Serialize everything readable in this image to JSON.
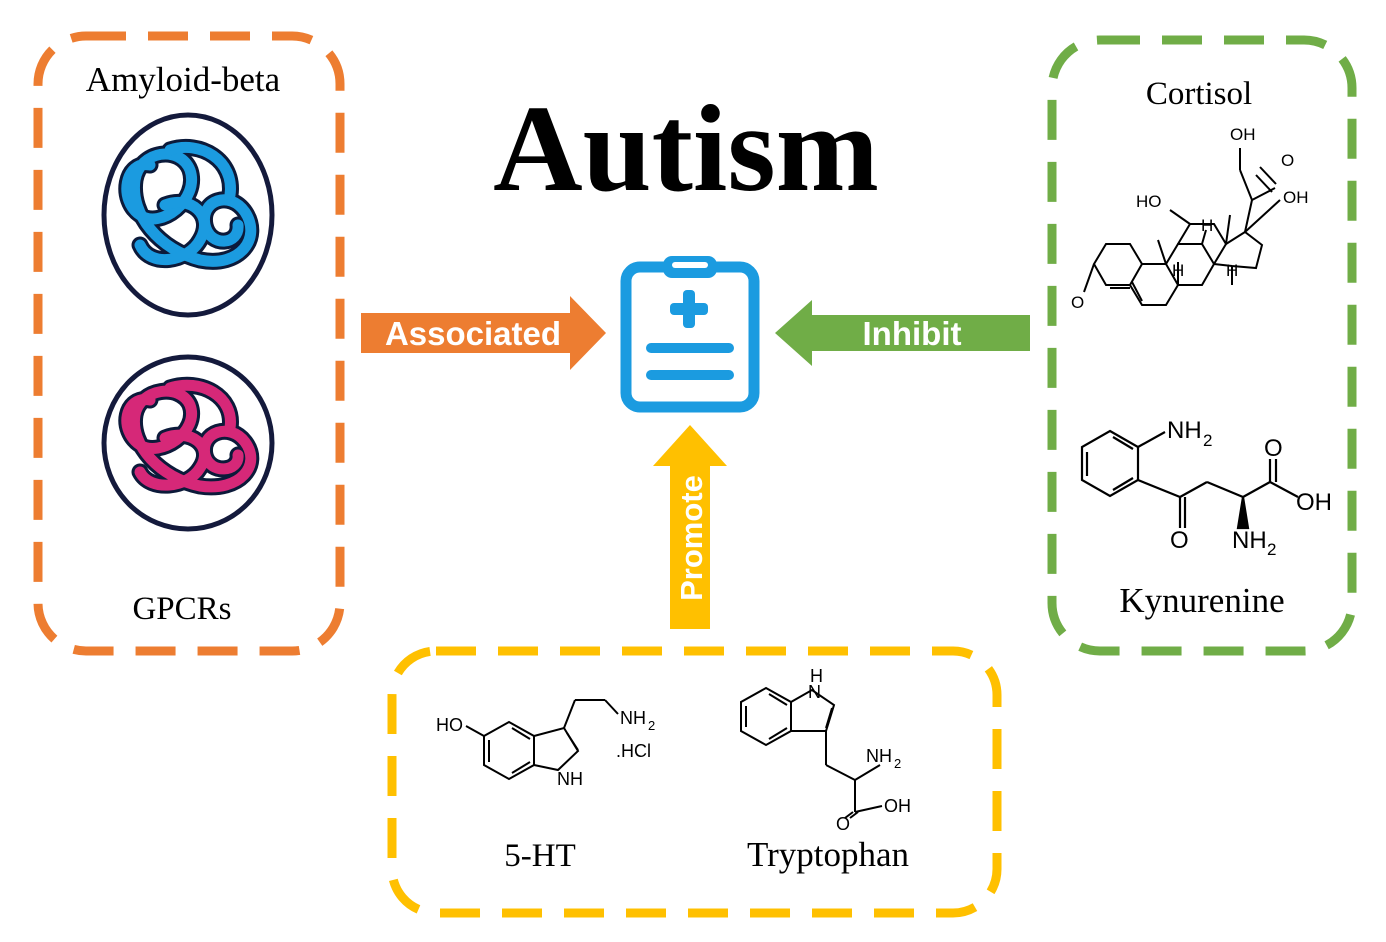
{
  "title": "Autism",
  "colors": {
    "orange": "#ED7D31",
    "green": "#70AD47",
    "yellow": "#FFC000",
    "blue": "#1B9BE0",
    "magenta": "#D62878",
    "navy": "#141A3C",
    "black": "#000000"
  },
  "left_panel": {
    "top_label": "Amyloid-beta",
    "bottom_label": "GPCRs",
    "arrow_label": "Associated"
  },
  "right_panel": {
    "top_label": "Cortisol",
    "bottom_label": "Kynurenine",
    "arrow_label": "Inhibit",
    "cortisol_atoms": {
      "oh_top": "OH",
      "ketone_o": "O",
      "oh_right": "OH",
      "ho_left": "HO",
      "h1": "H",
      "h2": "H",
      "h3": "H",
      "o_ring": "O"
    },
    "kynurenine_atoms": {
      "nh2_top": "NH",
      "sub2_a": "2",
      "acid_o": "O",
      "oh": "OH",
      "ketone_o": "O",
      "nh2_bottom": "NH",
      "sub2_b": "2"
    }
  },
  "bottom_panel": {
    "arrow_label": "Promote",
    "left_label": "5-HT",
    "right_label": "Tryptophan",
    "ht_atoms": {
      "ho": "HO",
      "nh2": "NH",
      "sub2": "2",
      "hcl": ".HCl",
      "nh": "NH"
    },
    "trp_atoms": {
      "nh": "N",
      "h": "H",
      "nh2": "NH",
      "sub2": "2",
      "o": "O",
      "oh": "OH"
    }
  },
  "center_icon": "medical-clipboard-icon"
}
